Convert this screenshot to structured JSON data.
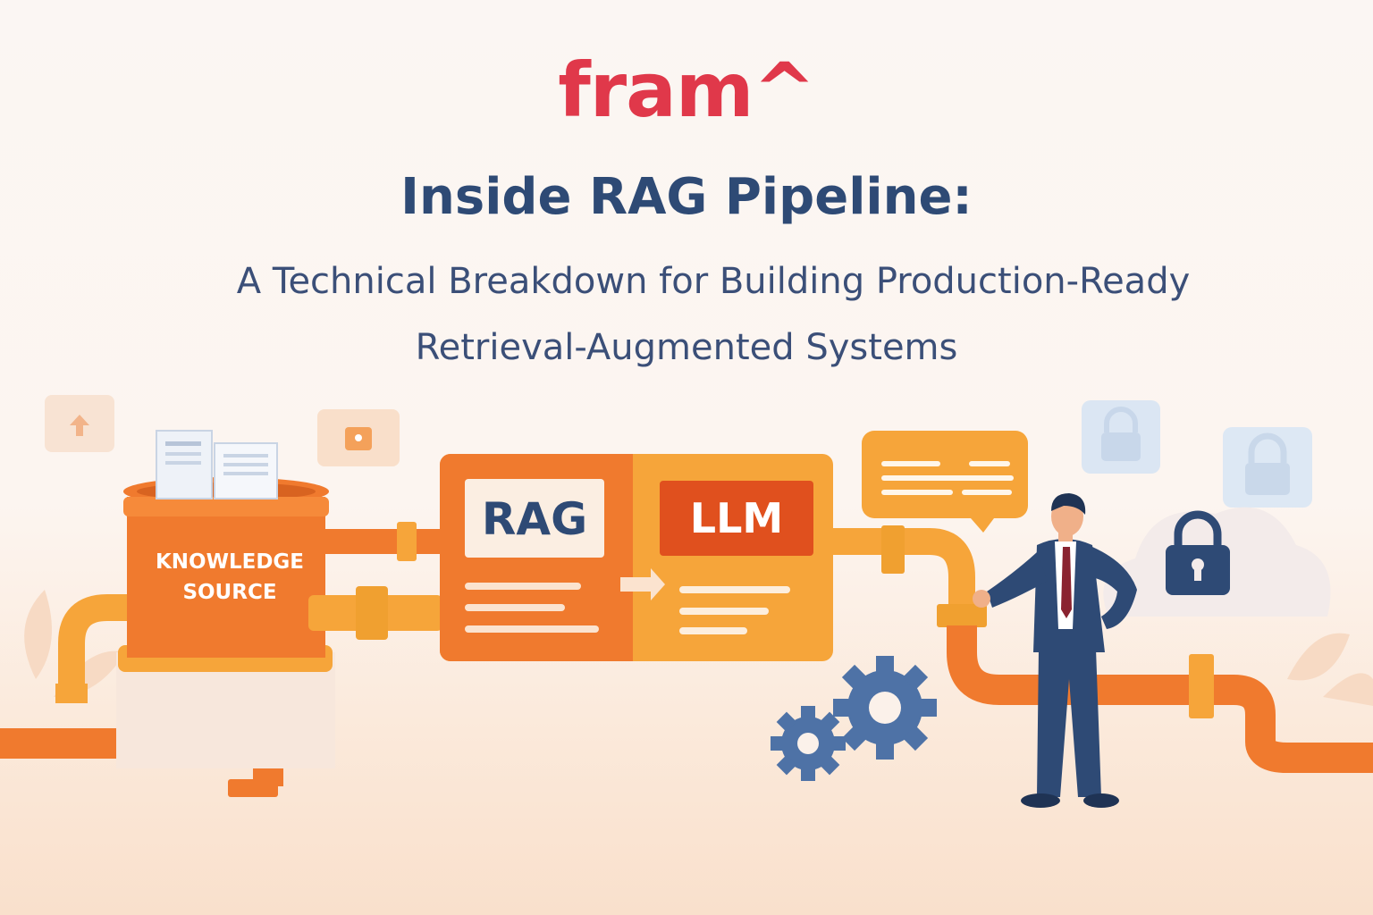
{
  "brand": {
    "logo_text": "fram^"
  },
  "headline": {
    "title": "Inside RAG Pipeline:",
    "subtitle_line1": "A Technical Breakdown for Building Production-Ready",
    "subtitle_line2": "Retrieval-Augmented Systems"
  },
  "illustration": {
    "knowledge_line1": "KNOWLEDGE",
    "knowledge_line2": "SOURCE",
    "rag_label": "RAG",
    "llm_label": "LLM"
  },
  "colors": {
    "brand_red": "#e0384a",
    "navy": "#2e4a75",
    "orange": "#f07a2e",
    "amber": "#f6a53a"
  }
}
